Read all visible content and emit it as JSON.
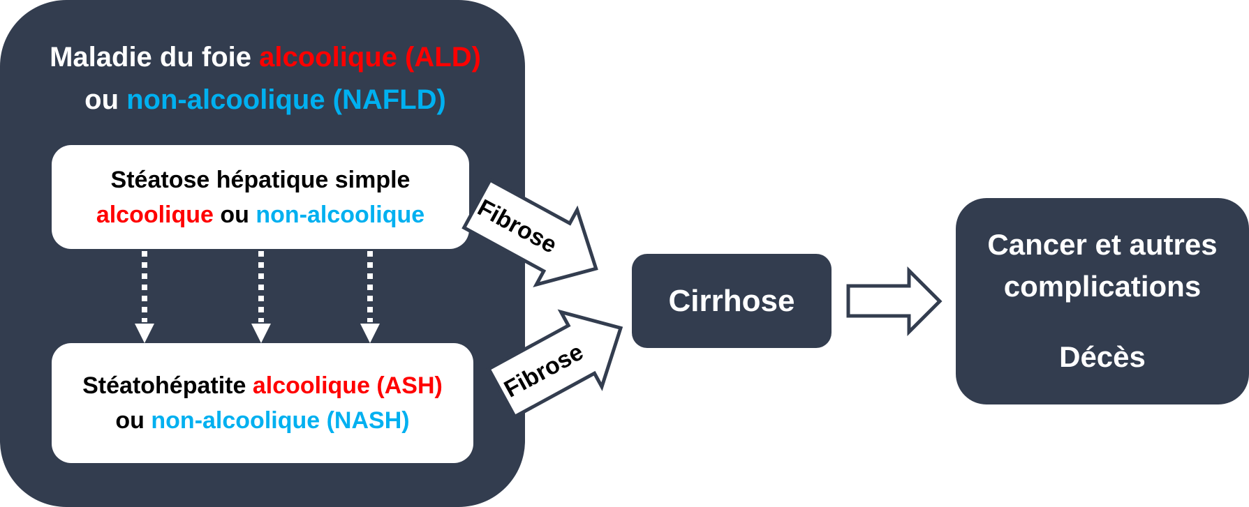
{
  "outer": {
    "title_part1": "Maladie du foie ",
    "title_ald": "alcoolique (ALD)",
    "title_ou": "ou ",
    "title_nafld": "non-alcoolique (NAFLD)"
  },
  "simple_box": {
    "line1": "Stéatose hépatique simple",
    "alc": "alcoolique",
    "ou": " ou ",
    "nonalc": "non-alcoolique"
  },
  "ash_box": {
    "prefix": "Stéatohépatite ",
    "ash": "alcoolique (ASH)",
    "ou": "ou ",
    "nash": "non-alcoolique (NASH)"
  },
  "arrows": {
    "fibrose_top": "Fibrose",
    "fibrose_bottom": "Fibrose"
  },
  "cirrhose": {
    "label": "Cirrhose"
  },
  "outcomes": {
    "line1": "Cancer et autres",
    "line2": "complications",
    "line3": "Décès"
  },
  "colors": {
    "dark_box": "#333d4f",
    "alcoholic": "#ff0000",
    "non_alcoholic": "#00b0f0"
  }
}
